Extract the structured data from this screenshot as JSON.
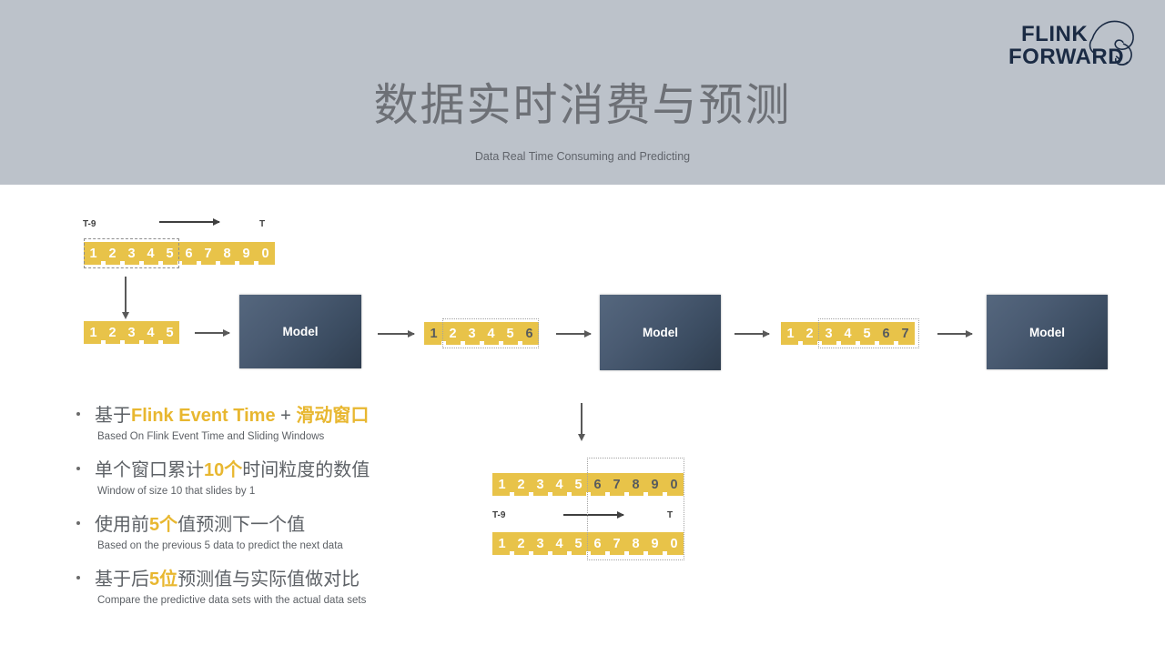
{
  "slide": {
    "title_cn": "数据实时消费与预测",
    "title_en": "Data Real Time Consuming and Predicting",
    "header_color": "#bcc2ca",
    "accent_color": "#e8c349",
    "model_color": "#3b4c61"
  },
  "logo": {
    "line1": "FLINK",
    "line2": "FORWARD",
    "icon": "squirrel-icon",
    "color": "#1b2b44"
  },
  "diagram_top": {
    "axis_start_label": "T-9",
    "axis_end_label": "T",
    "band_full": {
      "digits": [
        "1",
        "2",
        "3",
        "4",
        "5",
        "6",
        "7",
        "8",
        "9",
        "0"
      ],
      "dim_from_index": null,
      "selection": {
        "from": 0,
        "to": 4,
        "style": "dashed"
      }
    },
    "band_window": {
      "digits": [
        "1",
        "2",
        "3",
        "4",
        "5"
      ],
      "selection": null
    },
    "model_label": "Model",
    "step2_band": {
      "digits": [
        "1",
        "2",
        "3",
        "4",
        "5",
        "6"
      ],
      "dim_indices": [
        0,
        5
      ],
      "selection": {
        "from": 1,
        "to": 5,
        "style": "dotted"
      }
    },
    "step3_band": {
      "digits": [
        "1",
        "2",
        "3",
        "4",
        "5",
        "6",
        "7"
      ],
      "dim_indices": [
        5,
        6
      ],
      "selection": {
        "from": 2,
        "to": 6,
        "style": "dotted"
      }
    },
    "models": [
      "Model",
      "Model",
      "Model"
    ]
  },
  "diagram_bottom": {
    "axis_start_label": "T-9",
    "axis_end_label": "T",
    "predicted_band": {
      "digits": [
        "1",
        "2",
        "3",
        "4",
        "5",
        "6",
        "7",
        "8",
        "9",
        "0"
      ],
      "dim_indices": [
        5,
        6,
        7,
        8,
        9
      ]
    },
    "actual_band": {
      "digits": [
        "1",
        "2",
        "3",
        "4",
        "5",
        "6",
        "7",
        "8",
        "9",
        "0"
      ],
      "dim_indices": []
    },
    "selection_style": "dotted"
  },
  "bullets": [
    {
      "cn_pre": "基于",
      "cn_hl1": "Flink Event Time",
      "cn_mid": " + ",
      "cn_hl2": "滑动窗口",
      "cn_post": "",
      "en": "Based On Flink Event Time and Sliding Windows"
    },
    {
      "cn_pre": "单个窗口累计",
      "cn_hl1": "10个",
      "cn_mid": "",
      "cn_hl2": "",
      "cn_post": "时间粒度的数值",
      "en": "Window of size 10 that slides by 1"
    },
    {
      "cn_pre": "使用前",
      "cn_hl1": "5个",
      "cn_mid": "",
      "cn_hl2": "",
      "cn_post": "值预测下一个值",
      "en": "Based on the previous 5 data to predict the next data"
    },
    {
      "cn_pre": "基于后",
      "cn_hl1": "5位",
      "cn_mid": "",
      "cn_hl2": "",
      "cn_post": "预测值与实际值做对比",
      "en": "Compare the predictive data sets with the actual data sets"
    }
  ]
}
